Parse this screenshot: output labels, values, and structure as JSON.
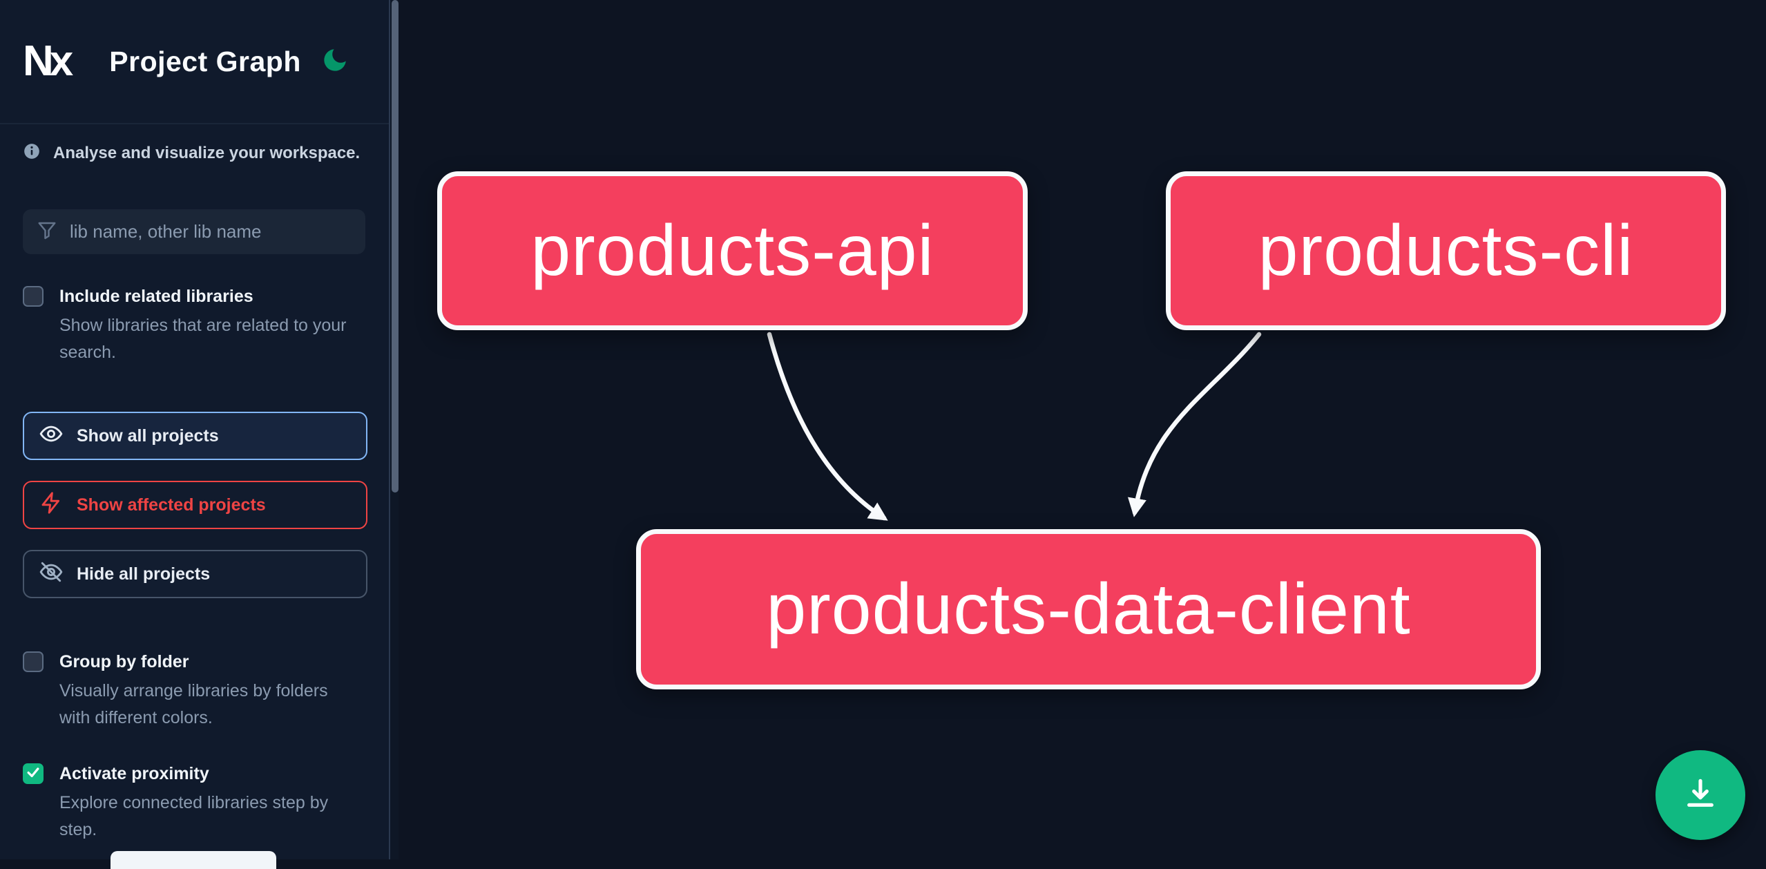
{
  "header": {
    "logo": "Nx",
    "title": "Project Graph"
  },
  "sidebar": {
    "subtitle": "Analyse and visualize your workspace.",
    "search": {
      "placeholder": "lib name, other lib name"
    },
    "checkboxes": [
      {
        "label": "Include related libraries",
        "description": "Show libraries that are related to your search.",
        "checked": false
      },
      {
        "label": "Group by folder",
        "description": "Visually arrange libraries by folders with different colors.",
        "checked": false
      },
      {
        "label": "Activate proximity",
        "description": "Explore connected libraries step by step.",
        "checked": true
      }
    ],
    "buttons": [
      {
        "label": "Show all projects",
        "icon": "eye-icon",
        "style": "primary"
      },
      {
        "label": "Show affected projects",
        "icon": "bolt-icon",
        "style": "danger"
      },
      {
        "label": "Hide all projects",
        "icon": "eye-off-icon",
        "style": "default"
      }
    ]
  },
  "graph": {
    "nodes": [
      {
        "id": "products-api"
      },
      {
        "id": "products-cli"
      },
      {
        "id": "products-data-client"
      }
    ],
    "edges": [
      {
        "from": "products-api",
        "to": "products-data-client"
      },
      {
        "from": "products-cli",
        "to": "products-data-client"
      }
    ]
  },
  "icons": {
    "theme": "moon-icon",
    "info": "info-icon",
    "filter": "funnel-icon",
    "fab": "download-icon"
  },
  "colors": {
    "node_fill": "#f43f5e",
    "node_border": "#f8fafc",
    "accent_primary": "#82b6f5",
    "accent_danger": "#ef4444",
    "accent_success": "#10b981",
    "background": "#0d1422",
    "sidebar_background": "#101a2c"
  }
}
